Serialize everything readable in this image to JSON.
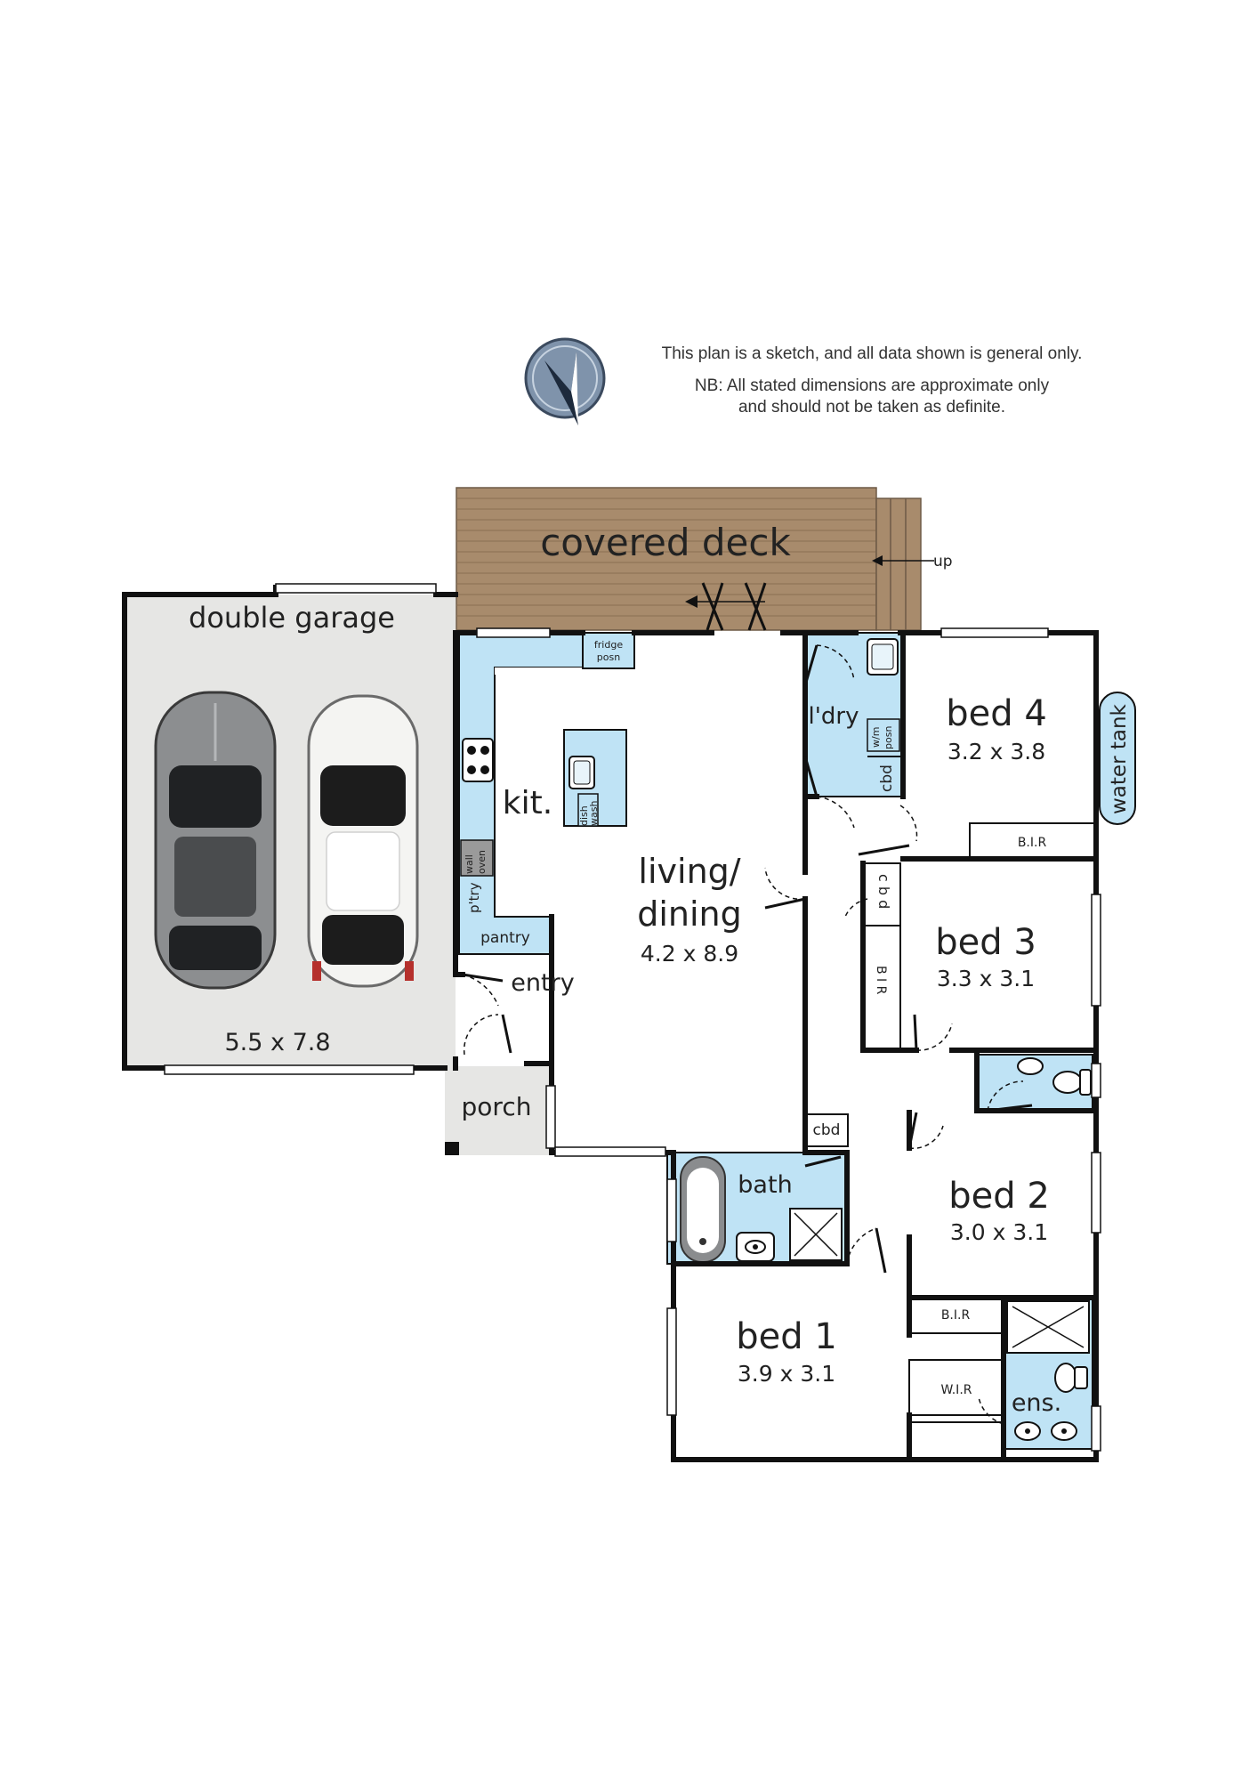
{
  "disclaimer": {
    "line1": "This plan is a sketch, and all data shown is general only.",
    "line2": "NB: All stated dimensions are approximate only",
    "line3": "and should not be taken as definite."
  },
  "colors": {
    "wall": "#111111",
    "wet_area": "#bfe3f5",
    "garage_floor": "#e6e6e4",
    "porch_floor": "#e6e6e4",
    "deck": "#a88b6c",
    "deck_lines": "#8a6f52",
    "compass": "#7f93ab"
  },
  "icons": [
    "compass-icon",
    "car-icon",
    "sink-icon",
    "cooktop-icon",
    "bathtub-icon",
    "toilet-icon",
    "shower-icon",
    "basin-icon",
    "door-swing-icon"
  ],
  "rooms": {
    "covered_deck": {
      "name": "covered deck",
      "up": "up"
    },
    "garage": {
      "name": "double garage",
      "dims": "5.5 x 7.8"
    },
    "kitchen": {
      "name": "kit.",
      "fridge1": "fridge",
      "fridge2": "posn",
      "dish1": "dish",
      "dish2": "wash",
      "oven1": "wall",
      "oven2": "oven",
      "pantry": "pantry",
      "ptry": "p'try"
    },
    "living": {
      "name1": "living/",
      "name2": "dining",
      "dims": "4.2 x 8.9"
    },
    "entry": {
      "name": "entry"
    },
    "porch": {
      "name": "porch"
    },
    "laundry": {
      "name": "l'dry",
      "wm1": "w/m",
      "wm2": "posn",
      "cbd": "cbd"
    },
    "bed4": {
      "name": "bed 4",
      "dims": "3.2 x 3.8",
      "bir": "B.I.R"
    },
    "water_tank": {
      "name": "water tank"
    },
    "bed3": {
      "name": "bed 3",
      "dims": "3.3 x 3.1",
      "cbd": "c b d",
      "bir": "B I R"
    },
    "bed2": {
      "name": "bed 2",
      "dims": "3.0 x 3.1",
      "bir": "B.I.R"
    },
    "bath": {
      "name": "bath",
      "cbd": "cbd"
    },
    "bed1": {
      "name": "bed 1",
      "dims": "3.9 x 3.1",
      "wir": "W.I.R"
    },
    "ensuite": {
      "name": "ens."
    }
  }
}
